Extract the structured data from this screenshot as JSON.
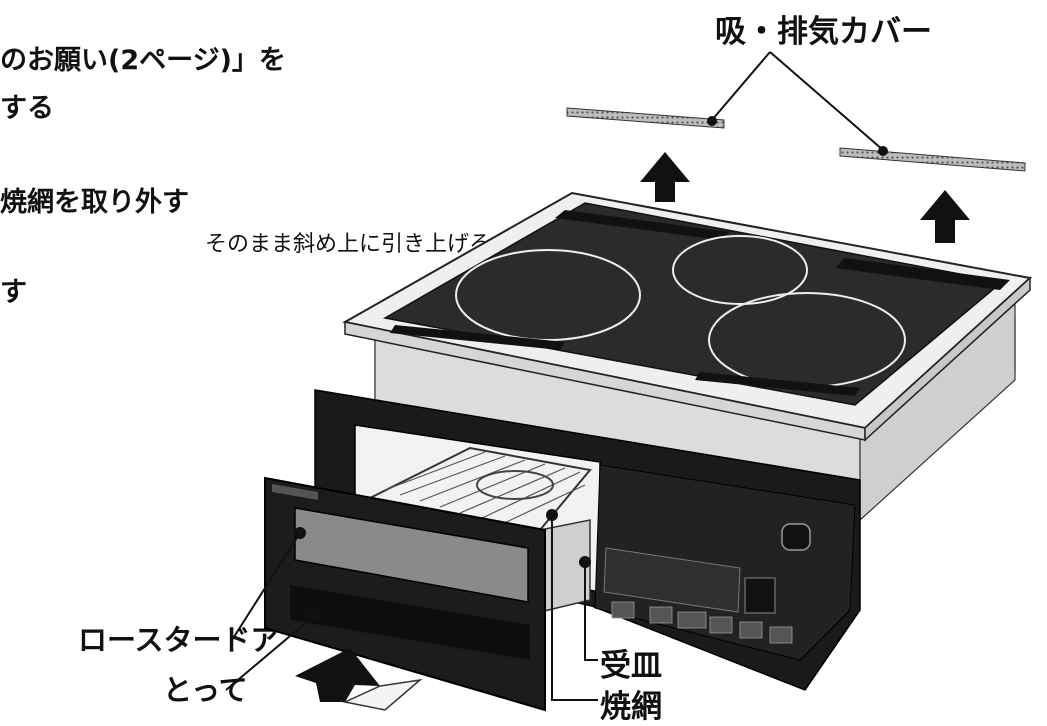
{
  "instructions": {
    "line1": "のお願い(2ページ)」を",
    "line2": "する",
    "step_heading": "焼網を取り外す",
    "step_detail": "そのまま斜め上に引き上げる。",
    "fragment": "す"
  },
  "labels": {
    "vent_cover": "吸・排気カバー",
    "roaster_door": "ロースタードア",
    "handle": "とって",
    "drip_tray": "受皿",
    "grill_net": "焼網"
  },
  "colors": {
    "ink": "#111111",
    "panel_black": "#1a1a1a",
    "glass_top": "#2b2b2b",
    "frame_light": "#efefef",
    "body_gray": "#d9d9d9"
  }
}
